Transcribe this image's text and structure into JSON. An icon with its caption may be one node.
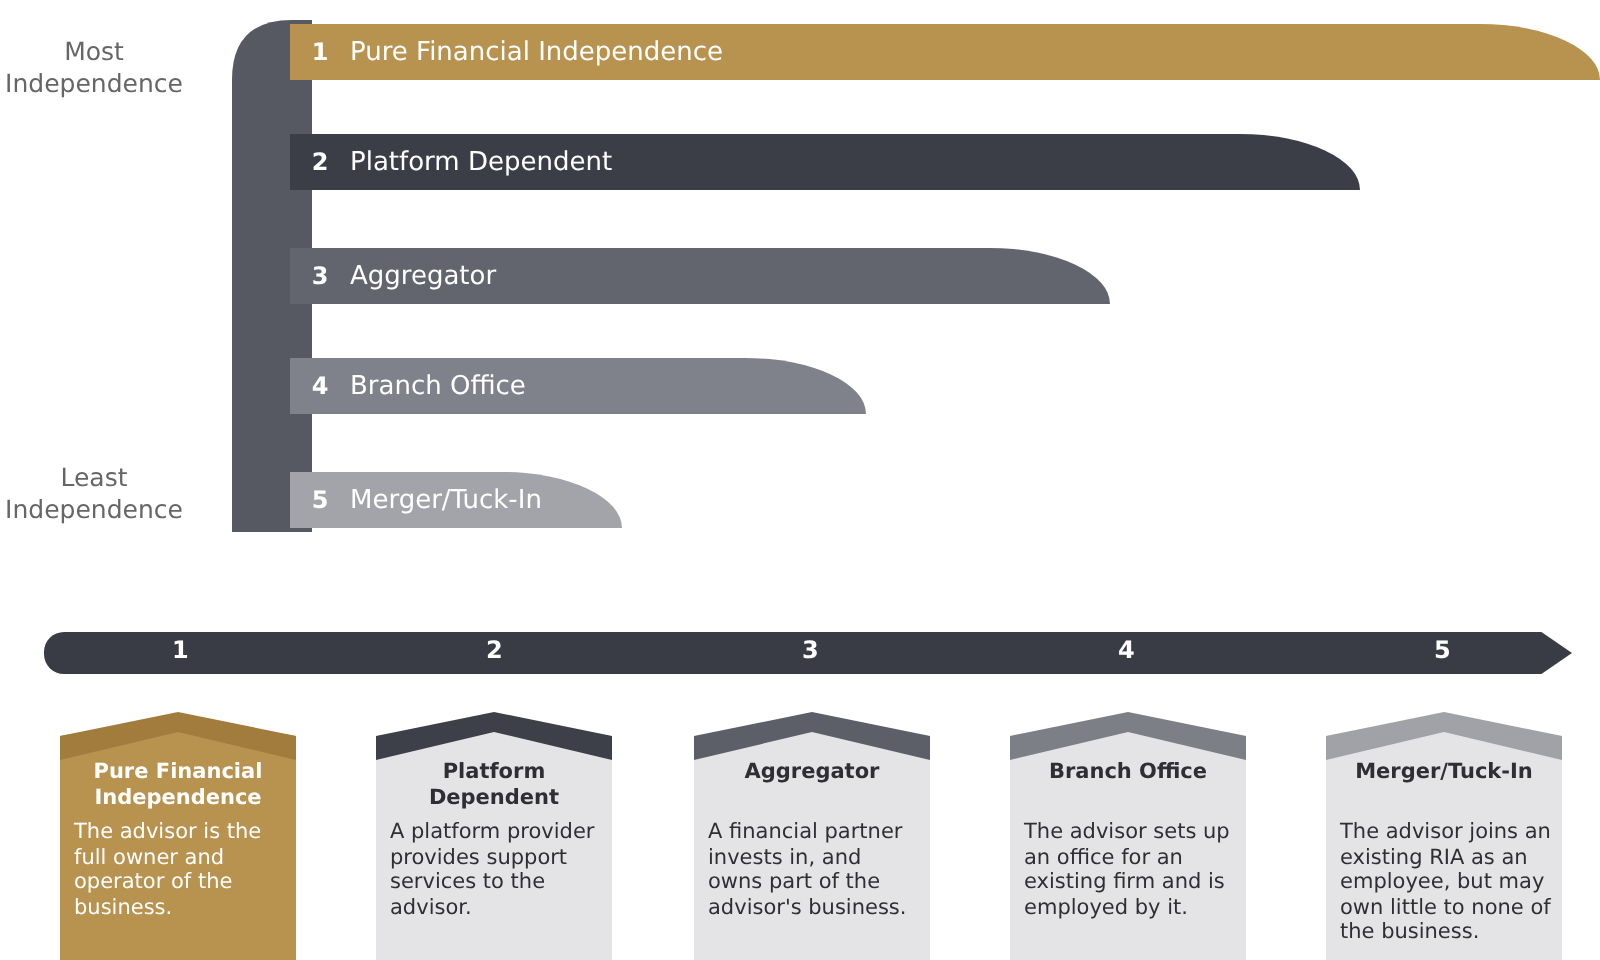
{
  "diagram": {
    "nodes": [
      {
        "text": [
          "1",
          "Pure Financial Independence"
        ]
      },
      {
        "text": [
          "2",
          "Platform Dependent"
        ]
      },
      {
        "text": [
          "3",
          "Aggregator"
        ]
      },
      {
        "text": [
          "4",
          "Branch Office"
        ]
      },
      {
        "text": [
          "5",
          "Merger/Tuck-In"
        ]
      },
      {
        "text": [
          "1",
          "2",
          "3",
          "4",
          "5"
        ]
      },
      {
        "text": [
          "Pure Financial Independence",
          "The advisor is the full owner and operator of the business."
        ]
      },
      {
        "text": [
          "Platform Dependent",
          "A platform provider provides support services to the advisor."
        ]
      },
      {
        "text": [
          "Aggregator",
          "A financial partner invests in, and owns part of the advisor's business."
        ]
      },
      {
        "text": [
          "Branch Office",
          "The advisor sets up an office for an existing firm and is employed by it."
        ]
      },
      {
        "text": [
          "Merger/Tuck-In",
          "The advisor joins an existing RIA as an employee, but may own little to none of the business."
        ]
      }
    ],
    "labels": [
      "Most Independence",
      "Least Independence"
    ]
  }
}
